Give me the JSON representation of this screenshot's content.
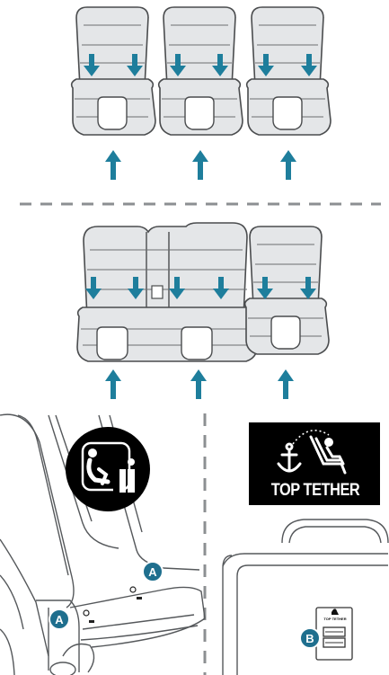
{
  "figure": {
    "top_tether_label": "TOP TETHER",
    "small_plate_label": "TOP TETHER",
    "callouts": [
      "A",
      "A",
      "B"
    ]
  },
  "colors": {
    "arrow": "#1e7e9c",
    "seat_fill": "#e4e6e8",
    "seat_stroke": "#4a4c4e",
    "badge": "#1f6f8e",
    "pictogram_bg": "#000000",
    "divider": "#8c8f92"
  },
  "icons": [
    "isofix-icon",
    "top-tether-anchor-icon",
    "child-seat-icon"
  ]
}
